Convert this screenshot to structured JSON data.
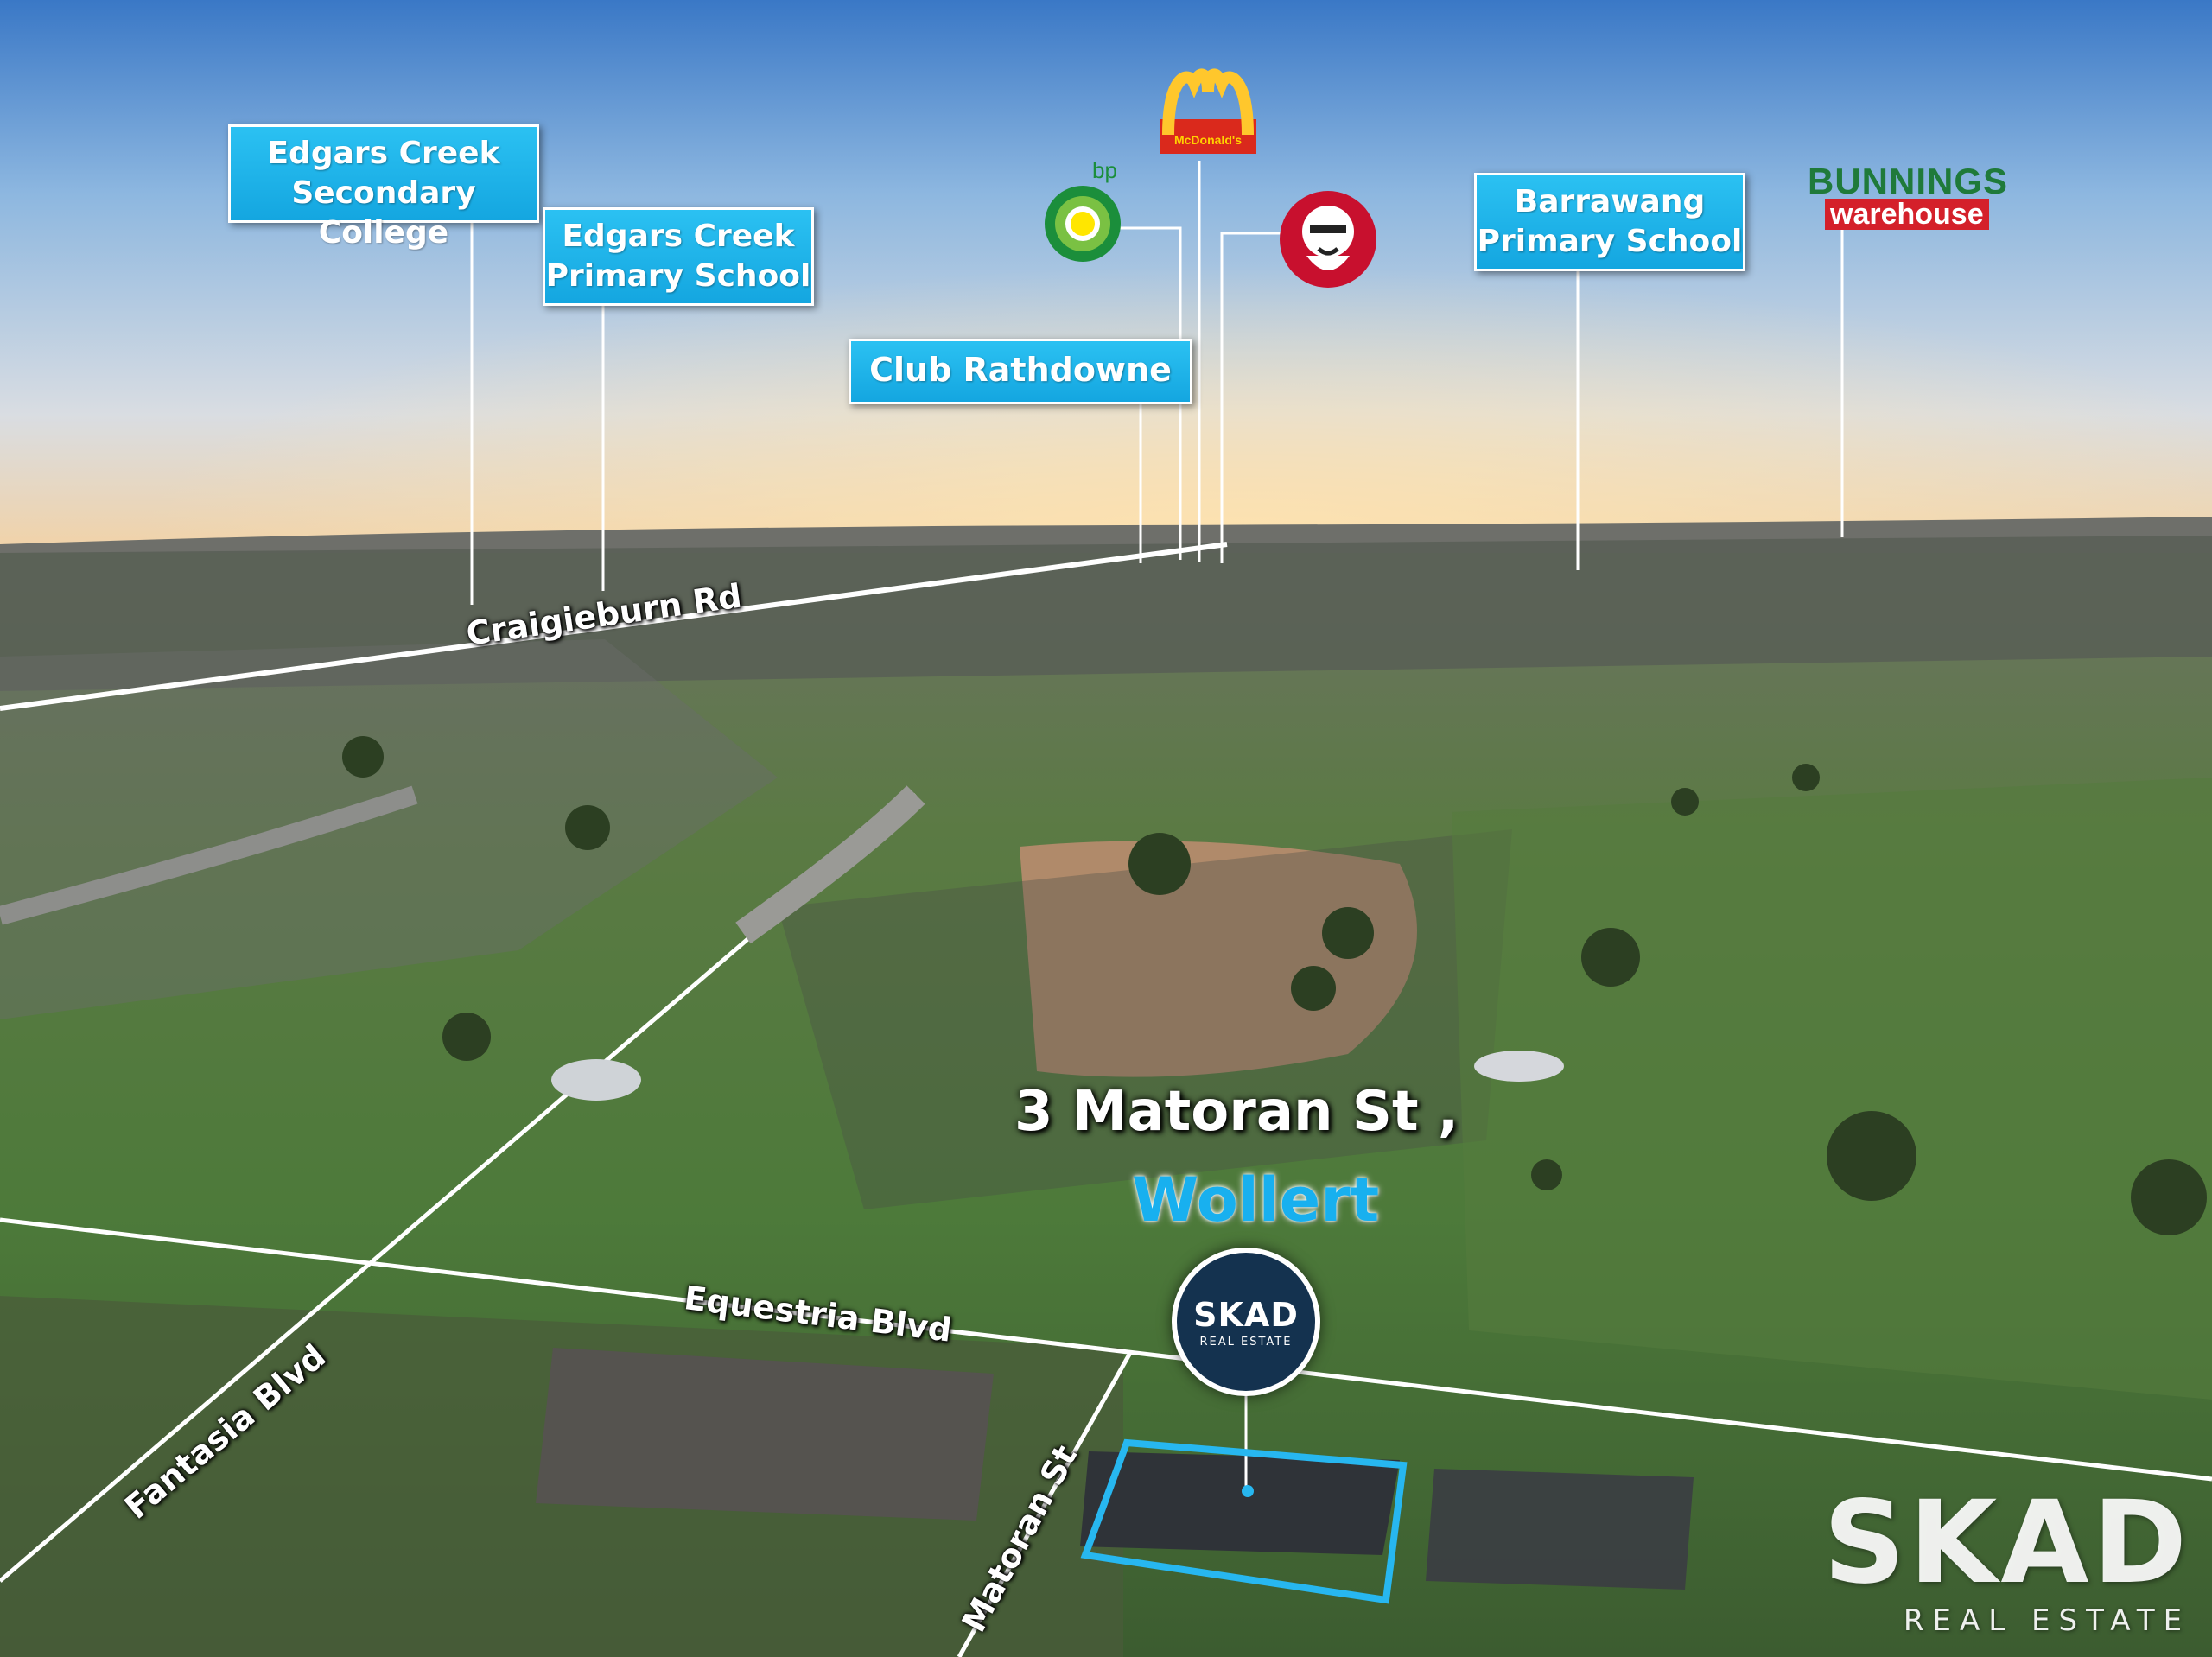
{
  "labels": {
    "secondary_line1": "Edgars Creek",
    "secondary_line2": "Secondary College",
    "primary_line1": "Edgars Creek",
    "primary_line2": "Primary School",
    "club": "Club Rathdowne",
    "barrawang_line1": "Barrawang",
    "barrawang_line2": "Primary School"
  },
  "logos": {
    "mcdonalds": "McDonald's",
    "bp": "bp",
    "kfc_icon": "kfc-colonel-icon",
    "bunnings_line1": "BUNNINGS",
    "bunnings_line2": "warehouse"
  },
  "streets": {
    "craigieburn": "Craigieburn Rd",
    "equestria": "Equestria Blvd",
    "fantasia": "Fantasia Blvd",
    "matoran": "Matoran St"
  },
  "address": {
    "line1": "3 Matoran St ,",
    "line2": "Wollert"
  },
  "branding": {
    "pin_brand": "SKAD",
    "pin_sub": "REAL ESTATE",
    "watermark_brand": "SKAD",
    "watermark_sub": "REAL ESTATE"
  },
  "colors": {
    "label_blue": "#1ab3ea",
    "highlight_blue": "#18b0ef",
    "mcd_red": "#da291c",
    "mcd_yellow": "#ffc72c",
    "bp_green": "#1b8e3b",
    "bunnings_green": "#1f7a3a",
    "bunnings_red": "#d4202a"
  }
}
